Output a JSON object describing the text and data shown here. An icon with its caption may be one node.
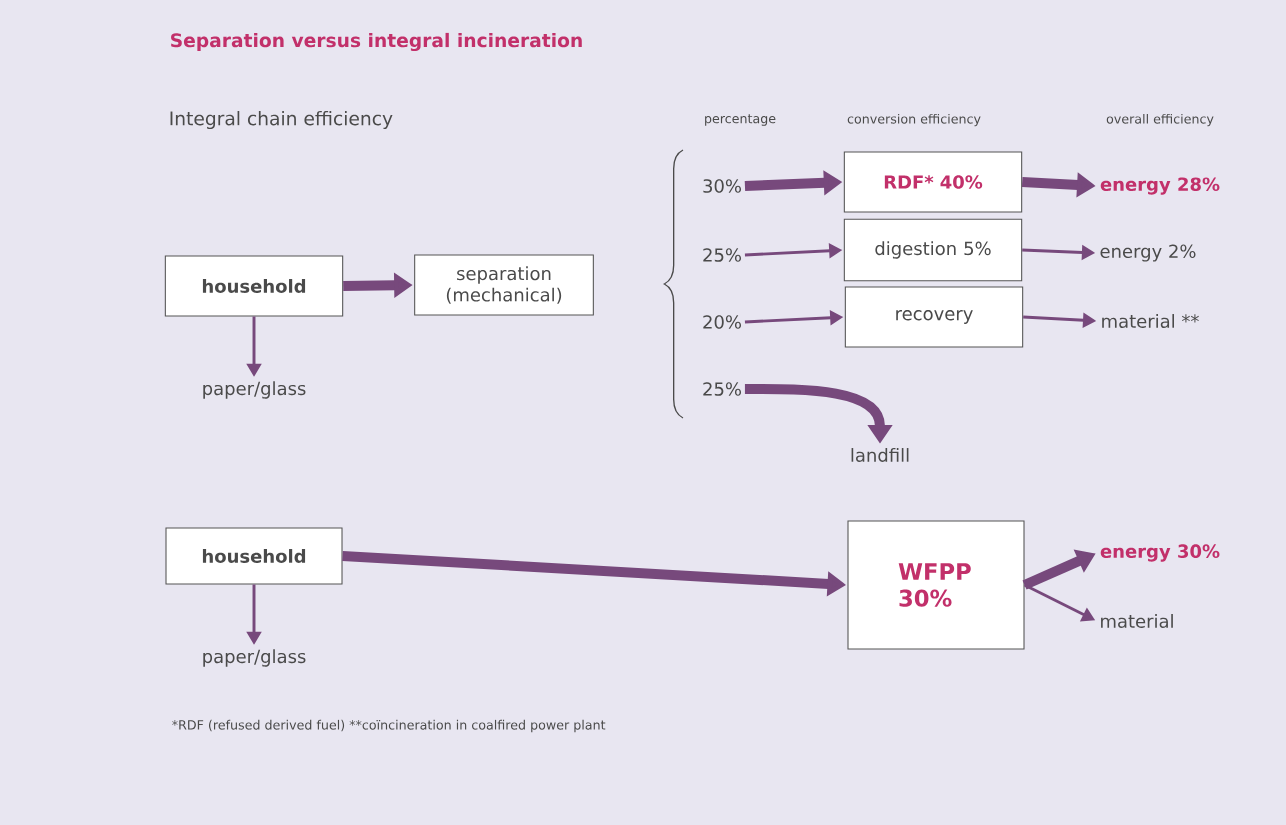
{
  "diagram": {
    "title": "Separation versus integral incineration",
    "nodes": [
      {
        "text": [
          "household"
        ]
      },
      {
        "text": [
          "separation (mechanical)"
        ]
      },
      {
        "text": [
          "paper/glass"
        ]
      },
      {
        "text": [
          "30%"
        ]
      },
      {
        "text": [
          "RDF* 40%"
        ]
      },
      {
        "text": [
          "energy 28%"
        ]
      },
      {
        "text": [
          "25%"
        ]
      },
      {
        "text": [
          "digestion 5%"
        ]
      },
      {
        "text": [
          "energy 2%"
        ]
      },
      {
        "text": [
          "20%"
        ]
      },
      {
        "text": [
          "recovery"
        ]
      },
      {
        "text": [
          "material **"
        ]
      },
      {
        "text": [
          "25%"
        ]
      },
      {
        "text": [
          "landfill"
        ]
      },
      {
        "text": [
          "household"
        ]
      },
      {
        "text": [
          "WFPP 30%"
        ]
      },
      {
        "text": [
          "energy 30%"
        ]
      },
      {
        "text": [
          "material"
        ]
      },
      {
        "text": [
          "paper/glass"
        ]
      }
    ],
    "edges": [
      {
        "from": 0,
        "to": 1,
        "arrow": "to",
        "style": "thick"
      },
      {
        "from": 0,
        "to": 2,
        "arrow": "to"
      },
      {
        "from": 3,
        "to": 4,
        "arrow": "to",
        "style": "thick"
      },
      {
        "from": 4,
        "to": 5,
        "arrow": "to",
        "style": "thick"
      },
      {
        "from": 6,
        "to": 7,
        "arrow": "to"
      },
      {
        "from": 7,
        "to": 8,
        "arrow": "to"
      },
      {
        "from": 9,
        "to": 10,
        "arrow": "to"
      },
      {
        "from": 10,
        "to": 11,
        "arrow": "to"
      },
      {
        "from": 12,
        "to": 13,
        "arrow": "to",
        "style": "thick"
      },
      {
        "from": 14,
        "to": 15,
        "arrow": "to",
        "style": "thick"
      },
      {
        "from": 14,
        "to": 18,
        "arrow": "to"
      },
      {
        "from": 15,
        "to": 16,
        "arrow": "to",
        "style": "thick"
      },
      {
        "from": 15,
        "to": 17,
        "arrow": "to"
      }
    ],
    "labels": [
      "Integral chain efficiency",
      "percentage",
      "conversion efficiency",
      "overall efficiency",
      "*RDF (refused derived fuel)  **coïncineration in coalfired power plant"
    ]
  }
}
